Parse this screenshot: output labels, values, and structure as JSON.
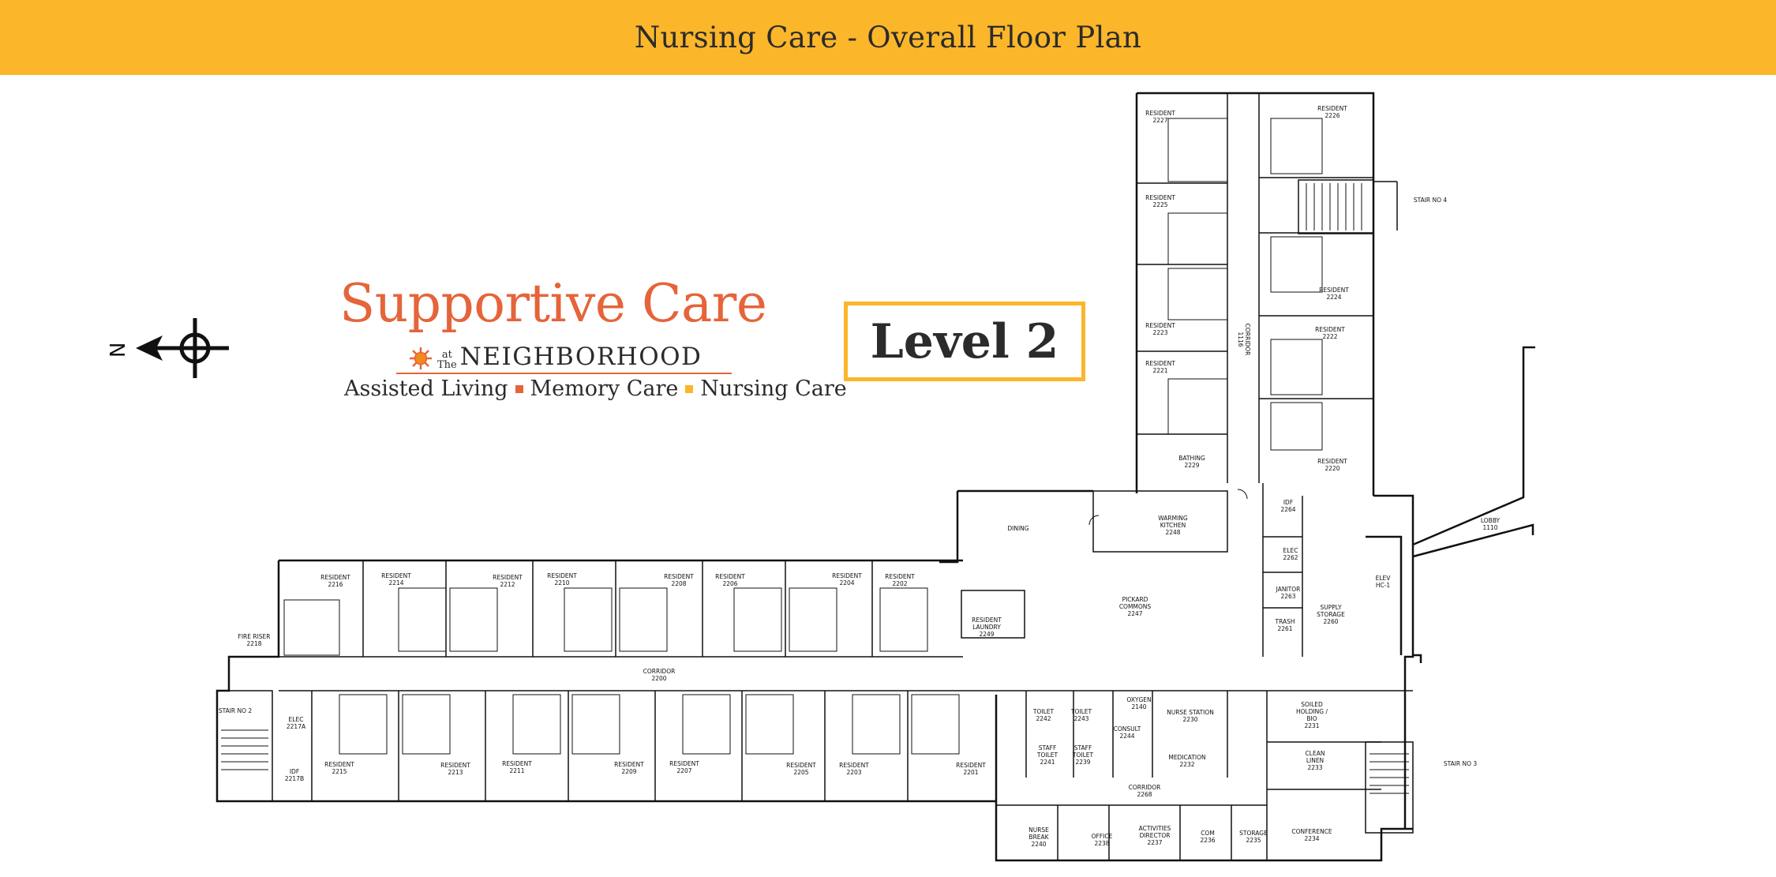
{
  "header": {
    "title": "Nursing Care - Overall Floor Plan"
  },
  "compass": {
    "north_letter": "N"
  },
  "logo": {
    "title": "Supportive Care",
    "at": "at",
    "the": "The",
    "neighborhood": "NEIGHBORHOOD",
    "tagline": [
      "Assisted Living",
      "Memory Care",
      "Nursing Care"
    ]
  },
  "level": {
    "label": "Level 2"
  },
  "colors": {
    "banner": "#FBB62A",
    "brand_orange": "#E5643A",
    "ink": "#2b2b2b"
  },
  "rooms": {
    "r2227": [
      "RESIDENT",
      "2227"
    ],
    "r2226": [
      "RESIDENT",
      "2226"
    ],
    "r2225": [
      "RESIDENT",
      "2225"
    ],
    "r2224": [
      "RESIDENT",
      "2224"
    ],
    "r2223": [
      "RESIDENT",
      "2223"
    ],
    "r2222": [
      "RESIDENT",
      "2222"
    ],
    "r2221": [
      "RESIDENT",
      "2221"
    ],
    "r2220": [
      "RESIDENT",
      "2220"
    ],
    "bathing": [
      "BATHING",
      "2229"
    ],
    "corridor1116": [
      "CORRIDOR",
      "1116"
    ],
    "stair4": [
      "STAIR NO 4"
    ],
    "idf2264": [
      "IDF",
      "2264"
    ],
    "warming": [
      "WARMING",
      "KITCHEN",
      "2248"
    ],
    "dining": [
      "DINING"
    ],
    "elec2262": [
      "ELEC",
      "2262"
    ],
    "janitor": [
      "JANITOR",
      "2263"
    ],
    "trash": [
      "TRASH",
      "2261"
    ],
    "supply": [
      "SUPPLY",
      "STORAGE",
      "2260"
    ],
    "elev": [
      "ELEV",
      "HC-1"
    ],
    "lobby": [
      "LOBBY",
      "1110"
    ],
    "commons": [
      "PICKARD",
      "COMMONS",
      "2247"
    ],
    "laundry": [
      "RESIDENT",
      "LAUNDRY",
      "2249"
    ],
    "r2216": [
      "RESIDENT",
      "2216"
    ],
    "r2214": [
      "RESIDENT",
      "2214"
    ],
    "r2212": [
      "RESIDENT",
      "2212"
    ],
    "r2210": [
      "RESIDENT",
      "2210"
    ],
    "r2208": [
      "RESIDENT",
      "2208"
    ],
    "r2206": [
      "RESIDENT",
      "2206"
    ],
    "r2204": [
      "RESIDENT",
      "2204"
    ],
    "r2202": [
      "RESIDENT",
      "2202"
    ],
    "fire": [
      "FIRE RISER",
      "2218"
    ],
    "corridor2200": [
      "CORRIDOR",
      "2200"
    ],
    "stair2": [
      "STAIR NO 2"
    ],
    "elec2217a": [
      "ELEC",
      "2217A"
    ],
    "idf2217b": [
      "IDF",
      "2217B"
    ],
    "r2215": [
      "RESIDENT",
      "2215"
    ],
    "r2213": [
      "RESIDENT",
      "2213"
    ],
    "r2211": [
      "RESIDENT",
      "2211"
    ],
    "r2209": [
      "RESIDENT",
      "2209"
    ],
    "r2207": [
      "RESIDENT",
      "2207"
    ],
    "r2205": [
      "RESIDENT",
      "2205"
    ],
    "r2203": [
      "RESIDENT",
      "2203"
    ],
    "r2201": [
      "RESIDENT",
      "2201"
    ],
    "toilet2242": [
      "TOILET",
      "2242"
    ],
    "toilet2243": [
      "TOILET",
      "2243"
    ],
    "stafftoilet2241": [
      "STAFF",
      "TOILET",
      "2241"
    ],
    "stafftoilet2239": [
      "STAFF",
      "TOILET",
      "2239"
    ],
    "oxygen": [
      "OXYGEN",
      "2140"
    ],
    "consult": [
      "CONSULT",
      "2244"
    ],
    "nurse": [
      "NURSE STATION",
      "2230"
    ],
    "medication": [
      "MEDICATION",
      "2232"
    ],
    "soiled": [
      "SOILED",
      "HOLDING /",
      "BIO",
      "2231"
    ],
    "clean": [
      "CLEAN",
      "LINEN",
      "2233"
    ],
    "stair3": [
      "STAIR NO 3"
    ],
    "corridor2268": [
      "CORRIDOR",
      "2268"
    ],
    "nursebreak": [
      "NURSE",
      "BREAK",
      "2240"
    ],
    "office": [
      "OFFICE",
      "2238"
    ],
    "activities": [
      "ACTIVITIES",
      "DIRECTOR",
      "2237"
    ],
    "com": [
      "COM",
      "2236"
    ],
    "storage": [
      "STORAGE",
      "2235"
    ],
    "conference": [
      "CONFERENCE",
      "2234"
    ]
  }
}
